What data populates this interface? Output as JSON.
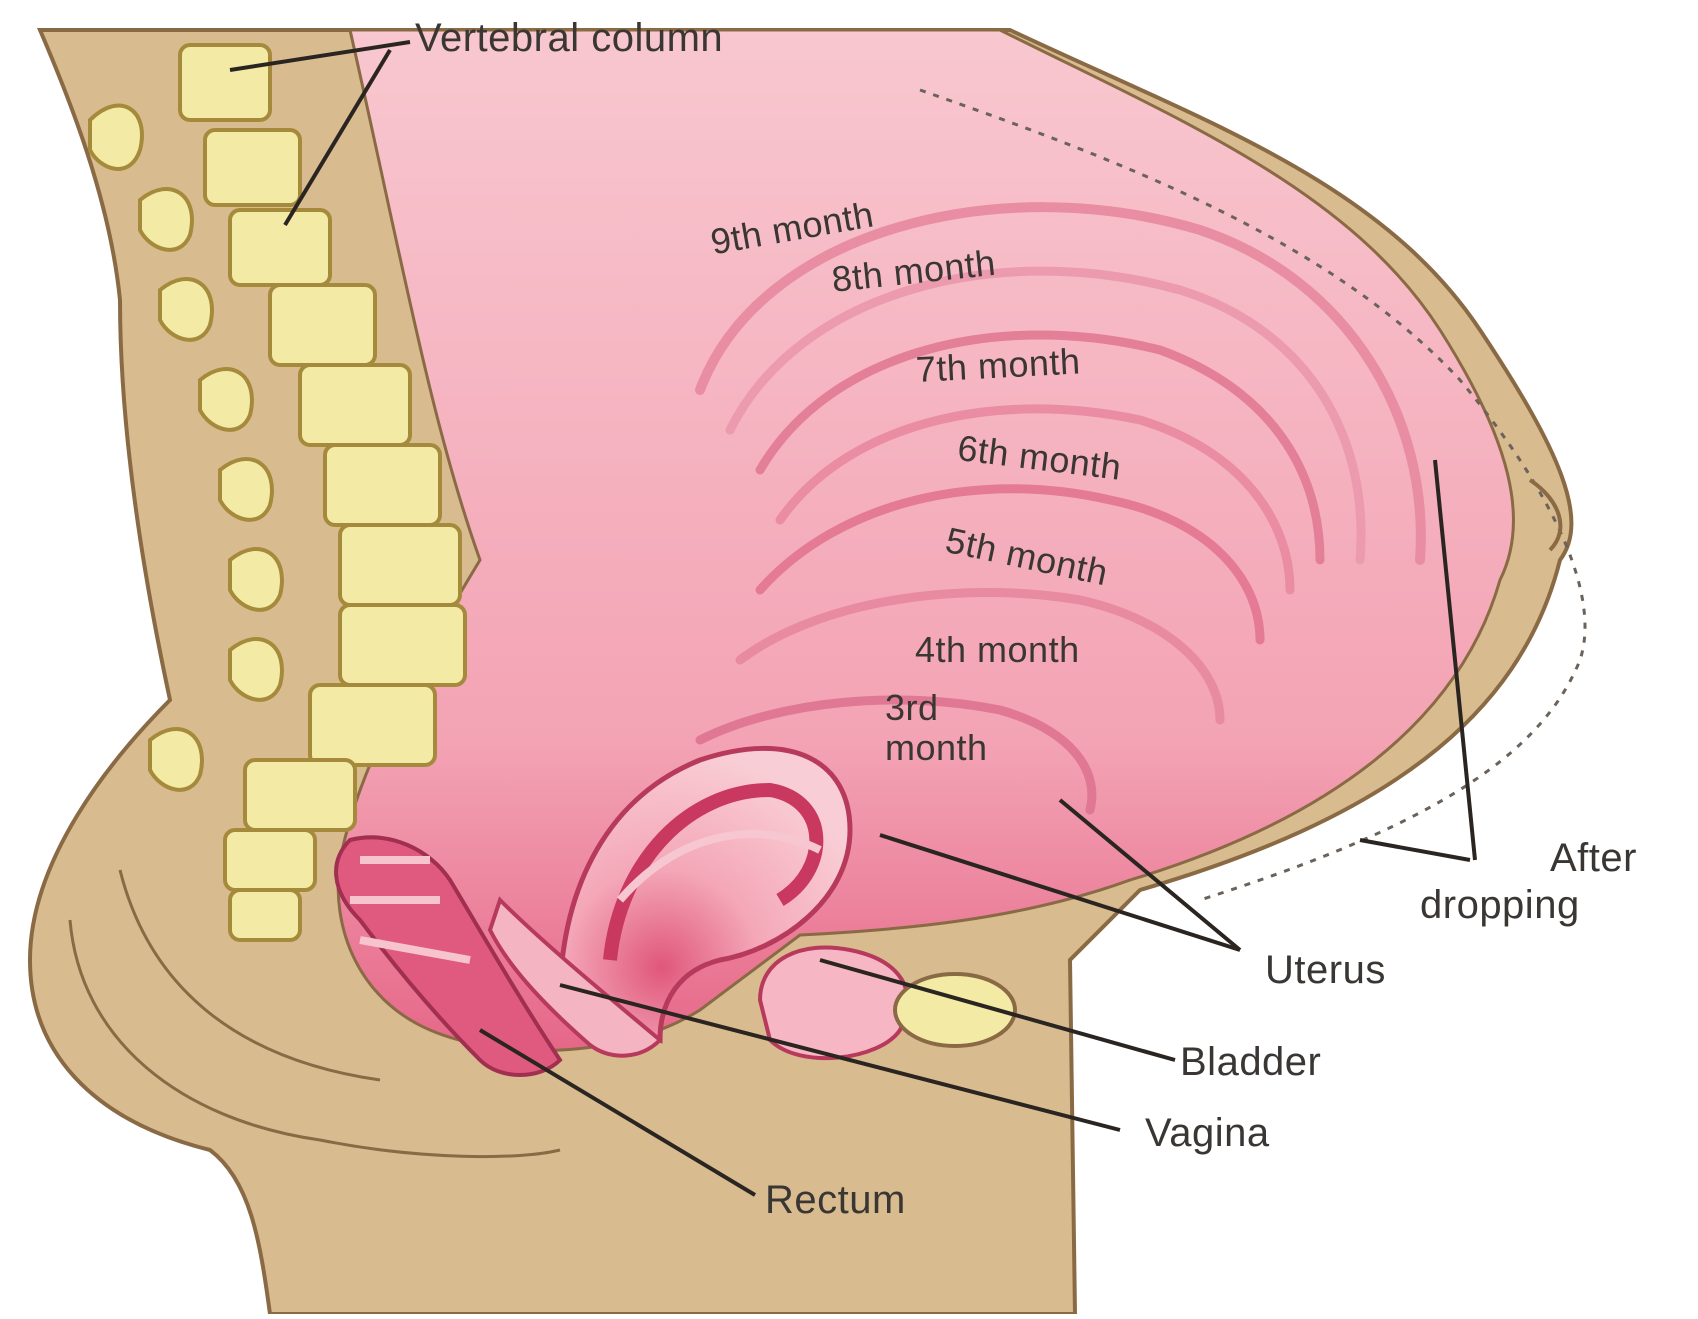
{
  "labels": {
    "vertebral_column": "Vertebral column",
    "uterus": "Uterus",
    "bladder": "Bladder",
    "vagina": "Vagina",
    "rectum": "Rectum",
    "after_dropping_1": "After",
    "after_dropping_2": "dropping"
  },
  "months": [
    "9th month",
    "8th month",
    "7th month",
    "6th month",
    "5th month",
    "4th month",
    "3rd",
    "month"
  ],
  "colors": {
    "skin": "#d8b98e",
    "skin_outline": "#8a6a44",
    "uterus_light": "#f7c4cd",
    "uterus_mid": "#f09aab",
    "uterus_dark": "#d9446a",
    "bone": "#f3eaa6",
    "bone_outline": "#a58a3c",
    "leader_line": "#2b2522"
  }
}
